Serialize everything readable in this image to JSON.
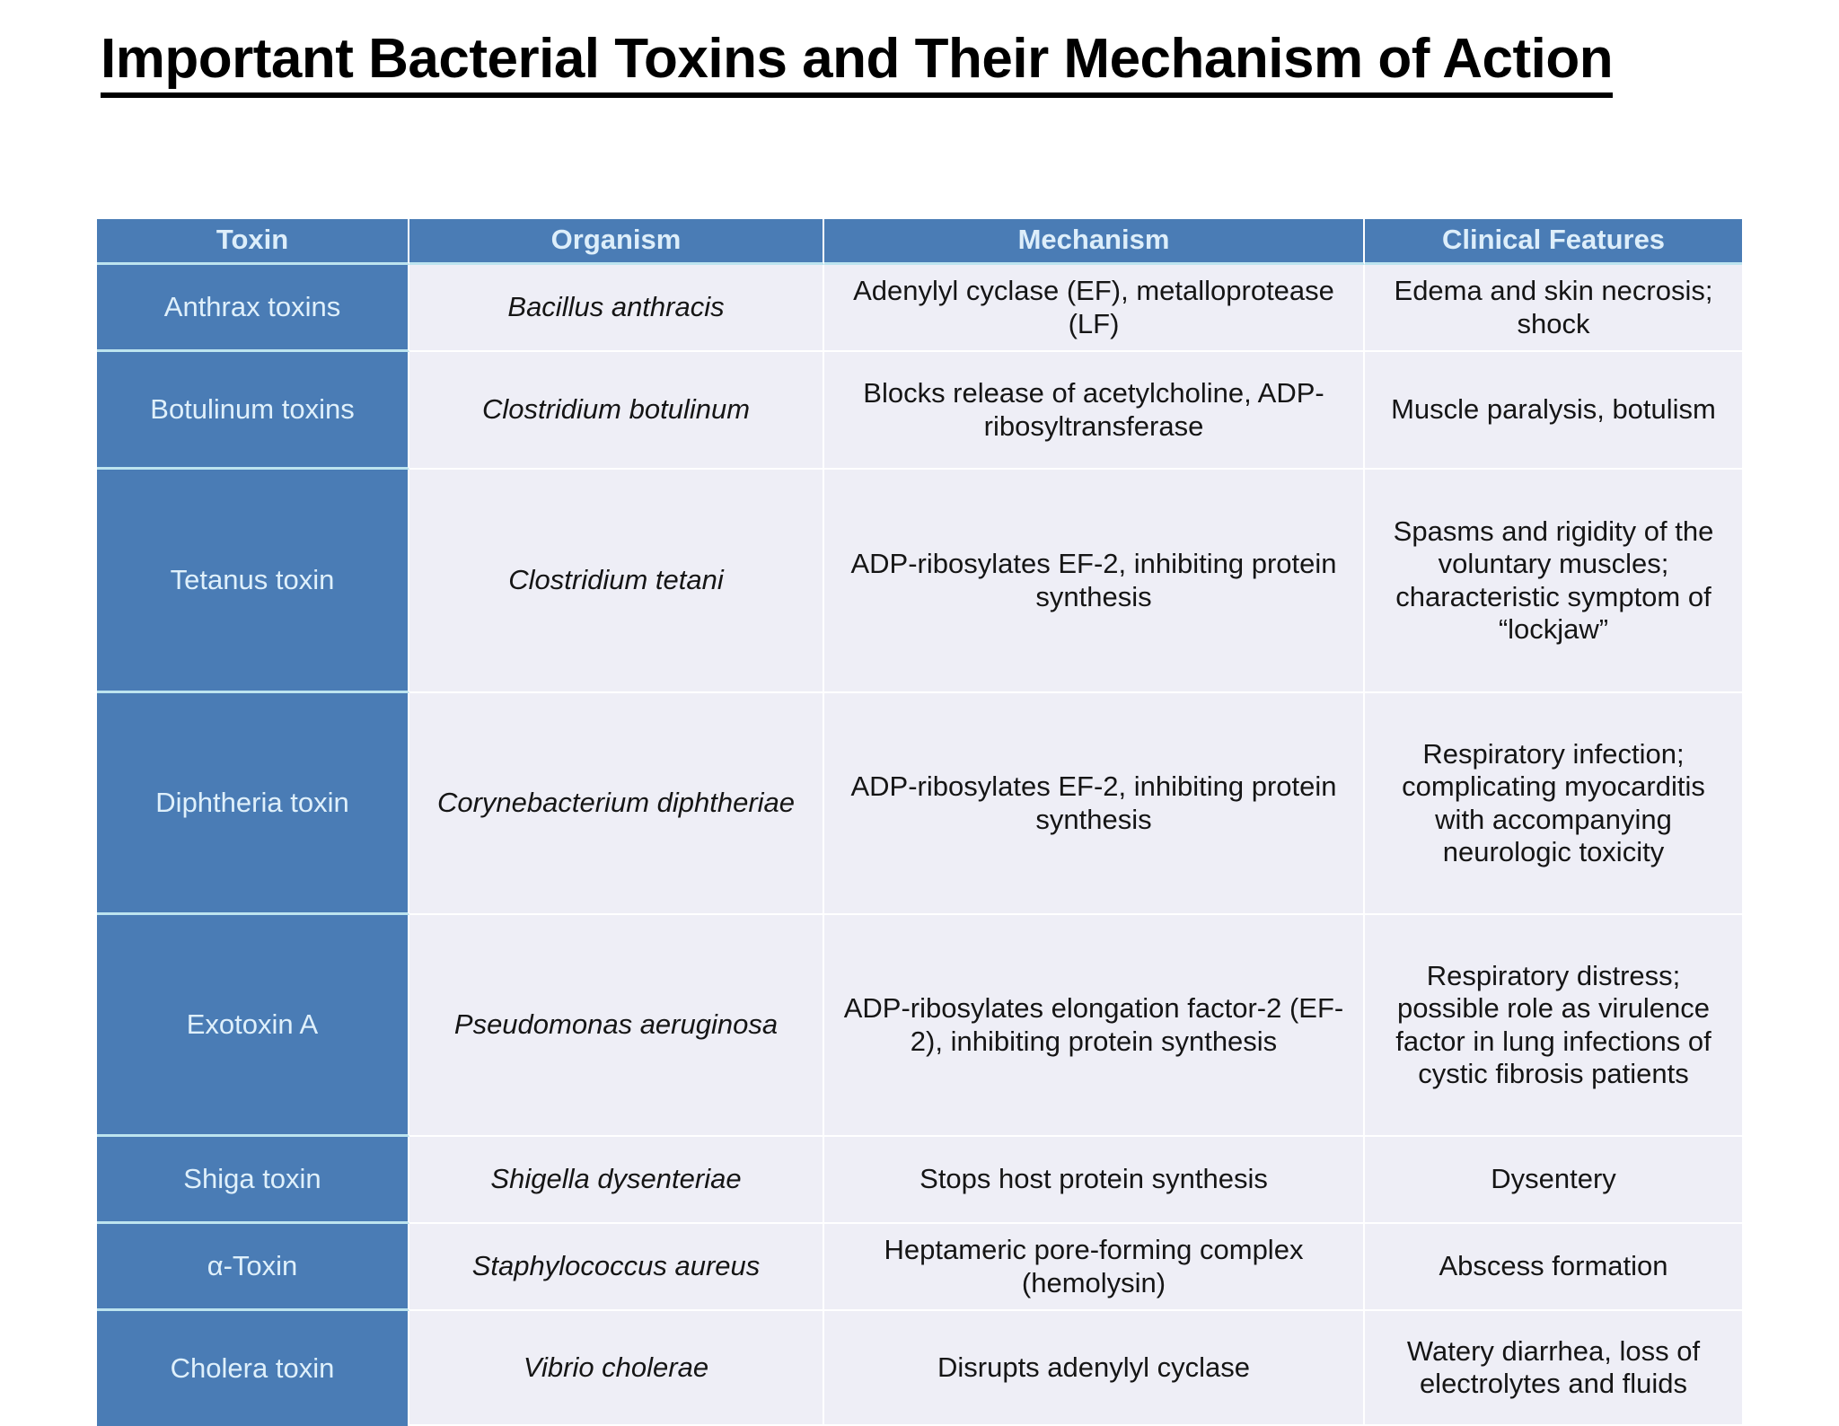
{
  "title": {
    "text": "Important Bacterial Toxins and Their Mechanism of Action"
  },
  "table": {
    "columns": [
      "Toxin",
      "Organism",
      "Mechanism",
      "Clinical Features"
    ],
    "rows": [
      {
        "toxin": "Anthrax toxins",
        "organism": "Bacillus anthracis",
        "mechanism": "Adenylyl cyclase (EF), metalloprotease (LF)",
        "clinical": "Edema and skin necrosis; shock"
      },
      {
        "toxin": "Botulinum toxins",
        "organism": "Clostridium botulinum",
        "mechanism": "Blocks release of acetylcholine, ADP-ribosyltransferase",
        "clinical": "Muscle paralysis, botulism"
      },
      {
        "toxin": "Tetanus toxin",
        "organism": "Clostridium tetani",
        "mechanism": "ADP-ribosylates EF-2, inhibiting protein synthesis",
        "clinical": "Spasms and rigidity of the voluntary muscles; characteristic symptom of “lockjaw”"
      },
      {
        "toxin": "Diphtheria toxin",
        "organism": "Corynebacterium diphtheriae",
        "mechanism": "ADP-ribosylates EF-2, inhibiting protein synthesis",
        "clinical": "Respiratory infection; complicating myocarditis with accompanying neurologic toxicity"
      },
      {
        "toxin": "Exotoxin A",
        "organism": "Pseudomonas aeruginosa",
        "mechanism": "ADP-ribosylates elongation factor-2 (EF-2), inhibiting protein synthesis",
        "clinical": "Respiratory distress; possible role as virulence factor in lung infections of cystic fibrosis patients"
      },
      {
        "toxin": "Shiga toxin",
        "organism": "Shigella dysenteriae",
        "mechanism": "Stops host protein synthesis",
        "clinical": "Dysentery"
      },
      {
        "toxin": "α-Toxin",
        "organism": "Staphylococcus aureus",
        "mechanism": "Heptameric pore-forming complex (hemolysin)",
        "clinical": "Abscess formation"
      },
      {
        "toxin": "Cholera toxin",
        "organism": "Vibrio cholerae",
        "mechanism": "Disrupts adenylyl cyclase",
        "clinical": "Watery diarrhea, loss of electrolytes and fluids"
      }
    ]
  },
  "colors": {
    "header_blue": "#4a7cb5",
    "header_text": "#ddeefa",
    "cell_background": "#eeeef6",
    "cell_text": "#151515",
    "grid_line": "#bde4ef",
    "page_background": "#ffffff"
  }
}
